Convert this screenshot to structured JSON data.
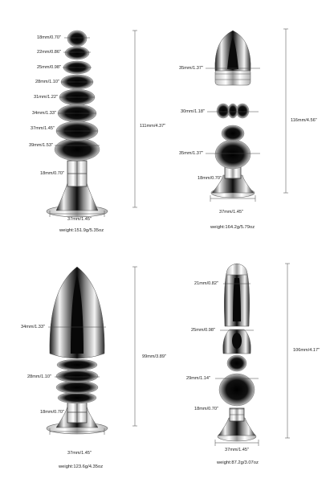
{
  "products": [
    {
      "diameters": [
        "18mm/0.70\"",
        "22mm/0.86\"",
        "25mm/0.98\"",
        "28mm/1.10\"",
        "31mm/1.22\"",
        "34mm/1.33\"",
        "37mm/1.45\"",
        "39mm/1.53\""
      ],
      "neck": "18mm/0.70\"",
      "height": "111mm/4.37\"",
      "base_width": "37mm/1.45\"",
      "weight": "weight:151.9g/5.35oz"
    },
    {
      "diameters": [
        "35mm/1.37\"",
        "30mm/1.18\"",
        "35mm/1.37\""
      ],
      "neck": "18mm/0.70\"",
      "height": "116mm/4.56\"",
      "base_width": "37mm/1.45\"",
      "weight": "weight:164.2g/5.79oz"
    },
    {
      "diameters": [
        "34mm/1.33\"",
        "28mm/1.10\""
      ],
      "neck": "18mm/0.70\"",
      "height": "99mm/3.89\"",
      "base_width": "37mm/1.45\"",
      "weight": "weight:123.6g/4.35oz"
    },
    {
      "diameters": [
        "21mm/0.82\"",
        "25mm/0.98\"",
        "29mm/1.14\""
      ],
      "neck": "18mm/0.70\"",
      "height": "106mm/4.17\"",
      "base_width": "37mm/1.45\"",
      "weight": "weight:87.2g/3.07oz"
    }
  ]
}
